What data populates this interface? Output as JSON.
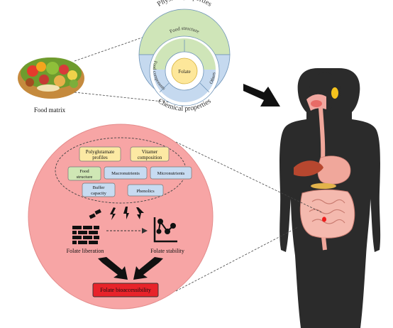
{
  "food_matrix": {
    "label": "Food matrix",
    "icon": "food-basket-icon"
  },
  "rings": {
    "outer_top": "Physical properties",
    "outer_bottom": "Chemical properties",
    "middle_top": "Food structure",
    "middle_left": "Food components",
    "middle_right": "Others",
    "center": "Folate"
  },
  "factors": {
    "polyglutamate_line1": "Polyglutamate",
    "polyglutamate_line2": "profiles",
    "vitamer_line1": "Vitamer",
    "vitamer_line2": "composition",
    "food_structure_line1": "Food",
    "food_structure_line2": "structure",
    "macronutrients": "Macronutrients",
    "micronutrients": "Micronutrients",
    "buffer_line1": "Buffer",
    "buffer_line2": "capacity",
    "phenolics": "Phenolics"
  },
  "outcomes": {
    "liberation": "Folate liberation",
    "stability": "Folate stability",
    "bioaccessibility": "Folate bioaccessibility",
    "liberation_icon": "brick-wall-icon",
    "stability_icon": "molecule-chart-icon"
  },
  "colors": {
    "physical_ring": "#cfe5b8",
    "chemical_ring": "#c5d9ef",
    "folate_core": "#fde79a",
    "big_circle": "#f7a5a5",
    "yellow_box": "#fce9a3",
    "green_box": "#cfe7b5",
    "blue_box": "#c7dbf1",
    "red_box": "#e8232a",
    "body": "#2b2b2b",
    "gut": "#f0a79b"
  }
}
